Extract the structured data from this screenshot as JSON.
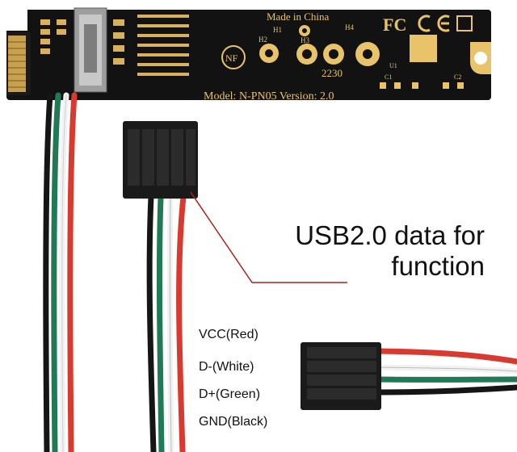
{
  "board": {
    "made_in": "Made in China",
    "fcc": "FC",
    "nf": "NF",
    "model": "Model: N-PN05 Version: 2.0",
    "hole_labels": [
      "H1",
      "H2",
      "H3",
      "H4"
    ],
    "size": "2230",
    "components": [
      "U1",
      "C1",
      "C2"
    ]
  },
  "callout": {
    "line1": "USB2.0 data for",
    "line2": "function"
  },
  "pinout": [
    "VCC(Red)",
    "D-(White)",
    "D+(Green)",
    "GND(Black)"
  ],
  "colors": {
    "pcb": "#111111",
    "silkscreen": "#e8c36a",
    "wire_red": "#d93a2f",
    "wire_white": "#f2f2f2",
    "wire_green": "#1f7a55",
    "wire_black": "#151515",
    "callout_line": "#b01e1e"
  }
}
